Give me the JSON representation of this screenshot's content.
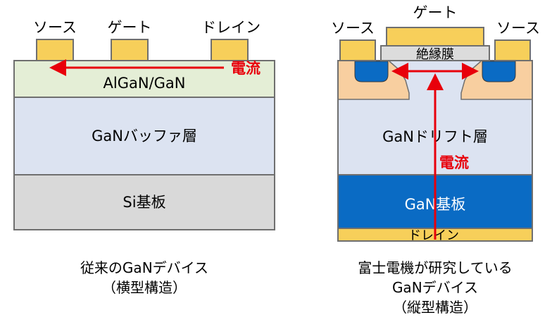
{
  "lateral": {
    "terminals": {
      "source": "ソース",
      "gate": "ゲート",
      "drain": "ドレイン"
    },
    "layers": {
      "barrier": "AlGaN/GaN",
      "buffer": "GaNバッファ層",
      "substrate": "Si基板"
    },
    "current_label": "電流",
    "caption": {
      "line1": "従来のGaNデバイス",
      "line2": "（横型構造）"
    }
  },
  "vertical": {
    "terminals": {
      "gate": "ゲート",
      "source_left": "ソース",
      "source_right": "ソース",
      "drain": "ドレイン"
    },
    "insulator": "絶縁膜",
    "layers": {
      "drift": "GaNドリフト層",
      "substrate": "GaN基板"
    },
    "current_label": "電流",
    "caption": {
      "line1": "富士電機が研究している",
      "line2": "GaNデバイス",
      "line3": "（縦型構造）"
    }
  },
  "colors": {
    "electrode": "#f7cf5a",
    "algan_layer": "#e4eed6",
    "buffer_layer": "#dce3f1",
    "si_substrate": "#d9d9d9",
    "p_region": "#f8cfa0",
    "n_region": "#0a6bc4",
    "insulator": "#dcdcdc",
    "current": "#e8000b"
  }
}
